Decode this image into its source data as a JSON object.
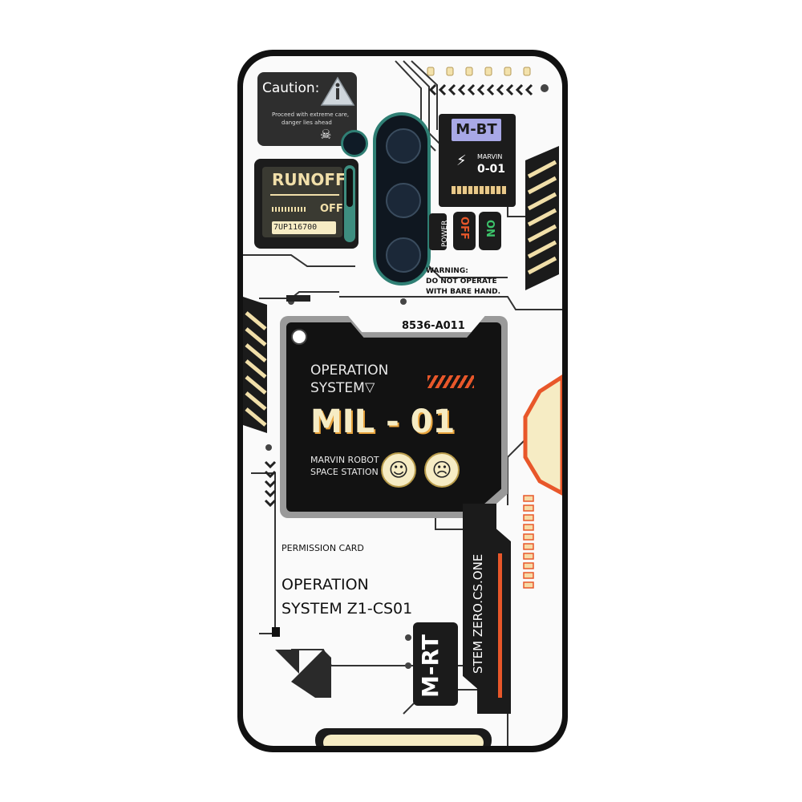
{
  "caution": {
    "title": "Caution:",
    "line1": "Proceed with extreme care,",
    "line2": "danger lies ahead"
  },
  "runoff": {
    "title": "RUNOFF",
    "state": "OFF",
    "code": "7UP116700"
  },
  "mbt_badge": {
    "label": "M-BT",
    "sub1": "MARVIN",
    "sub2": "0-01"
  },
  "power": {
    "label": "POWER",
    "off": "OFF",
    "on": "ON"
  },
  "warning": {
    "line1": "WARNING:",
    "line2": "DO NOT OPERATE",
    "line3": "WITH BARE HAND."
  },
  "main_panel": {
    "code": "8536-A011",
    "os_line1": "OPERATION",
    "os_line2": "SYSTEM",
    "model": "MIL - 01",
    "station_line1": "MARVIN ROBOT",
    "station_line2": "SPACE STATION"
  },
  "permission": {
    "label": "PERMISSION CARD",
    "line1": "OPERATION",
    "line2": "SYSTEM Z1-CS01"
  },
  "side_tag": {
    "vertical_text": "STEM ZERO.CS.ONE",
    "mbt": "M-RT"
  },
  "colors": {
    "accent_orange": "#e8572a",
    "cream": "#f6ecc4",
    "panel_dark": "#121212",
    "camera_ring": "#2f7f74"
  }
}
